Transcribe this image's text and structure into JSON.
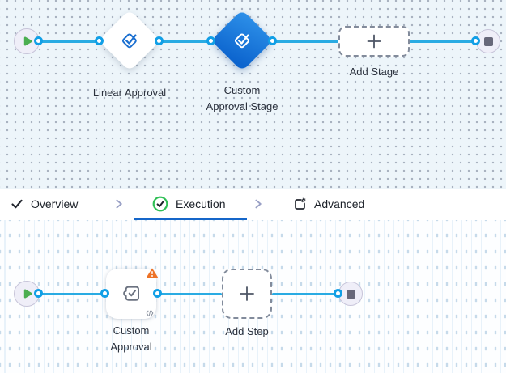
{
  "stage_canvas": {
    "start": {
      "icon": "play-icon"
    },
    "stages": [
      {
        "id": "linear-approval",
        "label": "Linear Approval",
        "state": "default"
      },
      {
        "id": "custom-approval-stage",
        "label": "Custom Approval Stage",
        "state": "selected"
      }
    ],
    "add_stage": {
      "label": "Add Stage"
    },
    "end": {
      "icon": "stop-icon"
    }
  },
  "tab_bar": {
    "tabs": [
      {
        "label": "Overview",
        "icon": "check-icon",
        "active": false
      },
      {
        "label": "Execution",
        "icon": "check-circle-icon",
        "active": true
      },
      {
        "label": "Advanced",
        "icon": "settings-corner-icon",
        "active": false
      }
    ]
  },
  "step_canvas": {
    "start": {
      "icon": "play-icon"
    },
    "steps": [
      {
        "id": "custom-approval",
        "label": "Custom Approval",
        "has_warning": true,
        "has_code_badge": true
      }
    ],
    "add_step": {
      "label": "Add Step"
    },
    "end": {
      "icon": "stop-icon"
    }
  },
  "colors": {
    "edge_blue": "#29abe3",
    "port_ring_blue": "#119fe6",
    "selected_stage_gradient_top": "#2e91e9",
    "selected_stage_gradient_bottom": "#0c64ce",
    "active_tab_underline": "#1566c9",
    "warning_orange": "#ed7226",
    "play_green": "#4cae51",
    "execution_ring_green": "#2fbf55",
    "canvas_top_bg": "#edf5fa",
    "canvas_bottom_bg": "#fdfeff"
  }
}
